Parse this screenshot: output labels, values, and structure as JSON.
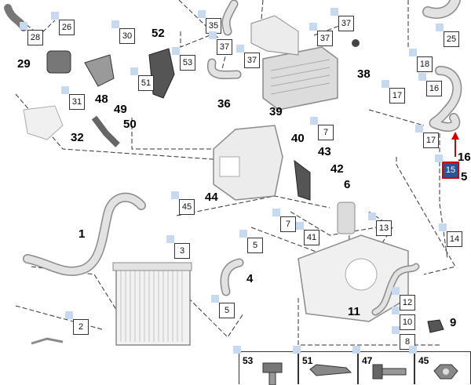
{
  "callouts": {
    "c26": "26",
    "c28": "28",
    "c30": "30",
    "c31": "31",
    "c53": "53",
    "c51": "51",
    "c35": "35",
    "c37a": "37",
    "c37b": "37",
    "c37c": "37",
    "c37d": "37",
    "c18": "18",
    "c25": "25",
    "c16": "16",
    "c17a": "17",
    "c17b": "17",
    "c15": "15",
    "c7a": "7",
    "c7b": "7",
    "c45": "45",
    "c41": "41",
    "c3": "3",
    "c5a": "5",
    "c5b": "5",
    "c13": "13",
    "c14": "14",
    "c12": "12",
    "c10": "10",
    "c8": "8",
    "c2": "2"
  },
  "labels": {
    "l29": "29",
    "l52": "52",
    "l48": "48",
    "l49": "49",
    "l50": "50",
    "l32": "32",
    "l36": "36",
    "l38": "38",
    "l39": "39",
    "l40": "40",
    "l43": "43",
    "l42": "42",
    "l6": "6",
    "l44": "44",
    "l1": "1",
    "l4": "4",
    "l11": "11",
    "l9": "9",
    "l16": "16",
    "l5": "5"
  },
  "strip": [
    {
      "label": "53",
      "icon": "flange-bolt-icon"
    },
    {
      "label": "51",
      "icon": "self-tapping-screw-icon"
    },
    {
      "label": "47",
      "icon": "hex-bolt-icon"
    },
    {
      "label": "45",
      "icon": "hex-nut-icon"
    }
  ],
  "colors": {
    "highlight": "#2b5599",
    "highlight_border": "#d00000",
    "callout_marker": "#c7d9ee",
    "part_fill": "#e2e2e2",
    "part_stroke": "#8a8a8a"
  }
}
